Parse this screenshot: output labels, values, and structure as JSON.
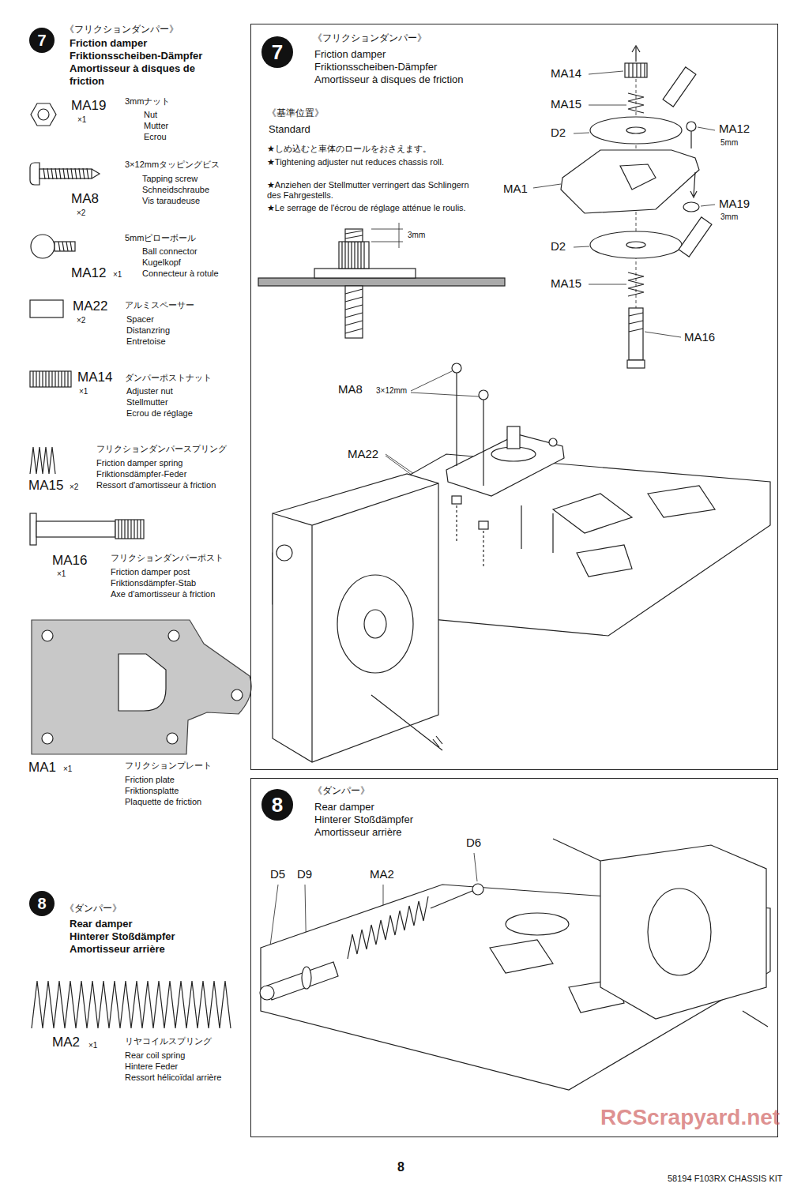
{
  "diagram": {
    "nodes": [
      {
        "text": [
          "7"
        ]
      },
      {
        "text": [
          "《フリクションダンパー》",
          "Friction damper",
          "Friktionsscheiben-Dämpfer",
          "Amortisseur à disques de friction"
        ]
      },
      {
        "text": [
          "7"
        ],
        "in": 1
      },
      {
        "text": [
          "8"
        ]
      },
      {
        "text": [
          "《ダンパー》",
          "Rear damper",
          "Hinterer Stoßdämpfer",
          "Amortisseur arrière"
        ]
      },
      {
        "text": [
          "8"
        ],
        "in": 4
      }
    ],
    "labels": [
      "《フリクションダンパー》",
      "Friction damper",
      "Friktionsscheiben-Dämpfer",
      "Amortisseur à disques de friction",
      "MA19",
      "×1",
      "3mmナット",
      "Nut",
      "Mutter",
      "Ecrou",
      "3×12mmタッピングビス",
      "Tapping screw",
      "Schneidschraube",
      "Vis taraudeuse",
      "MA8",
      "×2",
      "5mmピローボール",
      "Ball connector",
      "Kugelkopf",
      "Connecteur à rotule",
      "MA12",
      "×1",
      "MA22",
      "×2",
      "アルミスペーサー",
      "Spacer",
      "Distanzring",
      "Entretoise",
      "MA14",
      "×1",
      "ダンパーポストナット",
      "Adjuster nut",
      "Stellmutter",
      "Ecrou de réglage",
      "フリクションダンパースプリング",
      "Friction damper spring",
      "Friktionsdämpfer-Feder",
      "Ressort d'amortisseur à friction",
      "MA15",
      "×2",
      "MA16",
      "×1",
      "フリクションダンパーポスト",
      "Friction damper post",
      "Friktionsdämpfer-Stab",
      "Axe d'amortisseur à friction",
      "MA1",
      "×1",
      "フリクションプレート",
      "Friction plate",
      "Friktionsplatte",
      "Plaquette de friction",
      "《ダンパー》",
      "Rear damper",
      "Hinterer Stoßdämpfer",
      "Amortisseur arrière",
      "MA2",
      "×1",
      "リヤコイルスプリング",
      "Rear coil spring",
      "Hintere Feder",
      "Ressort hélicoïdal arrière",
      "《基準位置》",
      "Standard",
      "★しめ込むと車体のロールをおさえます。",
      "★Tightening adjuster nut reduces chassis roll.",
      "★Anziehen der Stellmutter verringert das Schlingern des Fahrgestells.",
      "★Le serrage de l'écrou de réglage atténue le roulis.",
      "3mm",
      "MA14",
      "MA15",
      "D2",
      "MA12",
      "5mm",
      "MA1",
      "MA19",
      "3mm",
      "D2",
      "MA15",
      "MA16",
      "MA8",
      "3×12mm",
      "MA22",
      "D5",
      "D9",
      "MA2",
      "D6",
      "RCScrapyard.net",
      "8",
      "58194 F103RX CHASSIS KIT"
    ]
  }
}
